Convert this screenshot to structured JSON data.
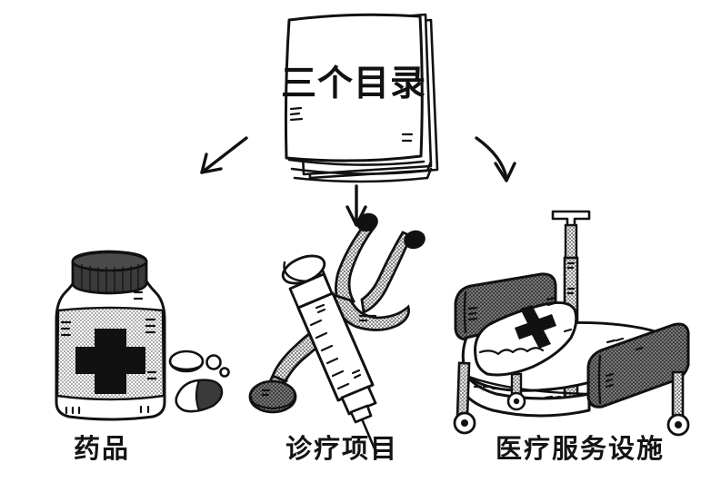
{
  "figure": {
    "title": "三个目录",
    "background_color": "#ffffff",
    "ink_color": "#111111",
    "halftone_gray": "#c9c9c9",
    "dark_gray": "#5a5a5a",
    "style": "hand-drawn black and white line illustration"
  },
  "source_node": {
    "id": "document-stack",
    "label": "三个目录",
    "icon": "stacked-papers-icon",
    "sheet_count": 3
  },
  "arrows": [
    {
      "id": "arrow-left",
      "icon": "arrow-down-left-icon",
      "direction": "down-left",
      "target": "药品"
    },
    {
      "id": "arrow-center",
      "icon": "arrow-down-icon",
      "direction": "down",
      "target": "诊疗项目"
    },
    {
      "id": "arrow-right",
      "icon": "arrow-down-right-icon",
      "direction": "down-right",
      "target": "医疗服务设施"
    }
  ],
  "categories": [
    {
      "id": "medicine",
      "label": "药品",
      "icon": "medicine-bottle-icon",
      "details": [
        "ribbed dark cap",
        "halftone label with black cross",
        "tablet",
        "capsule",
        "two small pills"
      ]
    },
    {
      "id": "treatment",
      "label": "诊疗项目",
      "icon": "syringe-stethoscope-icon",
      "details": [
        "graduated syringe with plunger",
        "stethoscope with black earpieces",
        "round chest piece"
      ]
    },
    {
      "id": "facilities",
      "label": "医疗服务设施",
      "icon": "hospital-bed-icon",
      "details": [
        "bed with headboard and footboard",
        "pillow with black cross",
        "IV drip pole",
        "caster wheels"
      ]
    }
  ]
}
